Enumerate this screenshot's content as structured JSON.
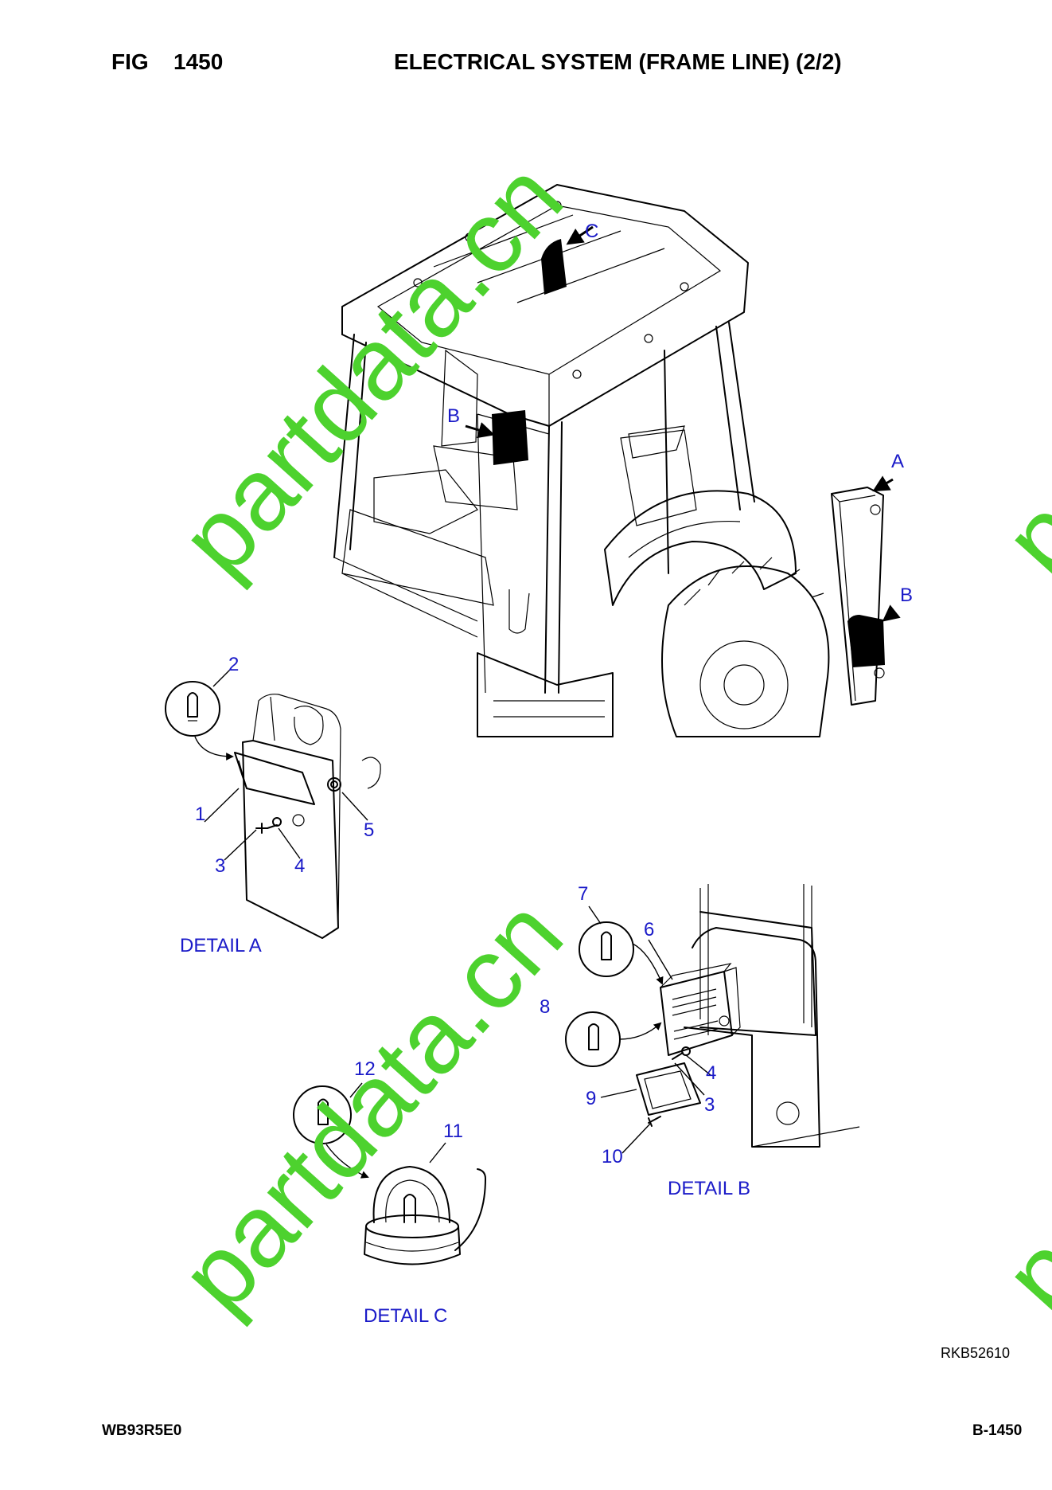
{
  "header": {
    "fig_label": "FIG",
    "fig_number": "1450",
    "title": "ELECTRICAL SYSTEM (FRAME LINE) (2/2)"
  },
  "callouts": {
    "a": "A",
    "b": "B",
    "c": "C",
    "n1": "1",
    "n2": "2",
    "n3": "3",
    "n4": "4",
    "n5": "5",
    "n6": "6",
    "n7": "7",
    "n8": "8",
    "n9": "9",
    "n10": "10",
    "n11": "11",
    "n12": "12"
  },
  "details": {
    "detail_a": "DETAIL A",
    "detail_b": "DETAIL B",
    "detail_c": "DETAIL C"
  },
  "watermark": "partdata.cn",
  "drawing_ref": "RKB52610",
  "footer": {
    "model": "WB93R5E0",
    "page": "B-1450"
  },
  "colors": {
    "callout": "#1a1ac8",
    "watermark": "#4dd22e",
    "line": "#000000"
  }
}
